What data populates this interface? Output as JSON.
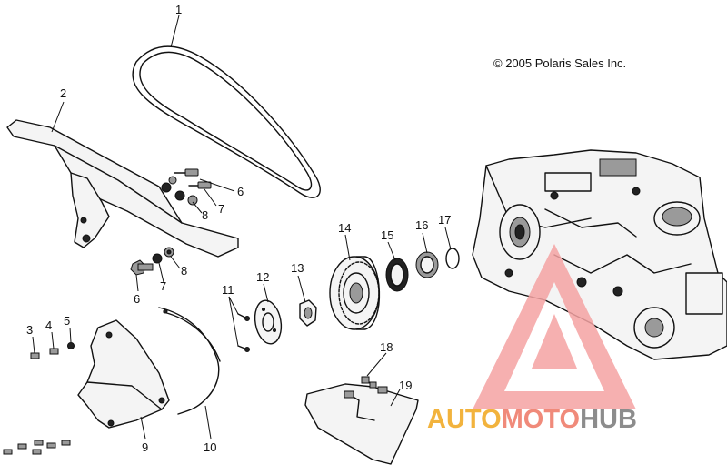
{
  "copyright": "© 2005 Polaris Sales Inc.",
  "callouts": [
    "1",
    "2",
    "3",
    "4",
    "5",
    "6",
    "7",
    "8",
    "8",
    "7",
    "6",
    "9",
    "10",
    "11",
    "12",
    "13",
    "14",
    "15",
    "16",
    "17",
    "18",
    "19"
  ],
  "watermark": {
    "words": [
      "AUTO",
      "MOTO",
      "HUB"
    ],
    "colors": {
      "auto": "#f2b33d",
      "moto": "#f08a7a",
      "hub": "#8c8c8c",
      "triangle": "#f5a3a3"
    }
  },
  "icons": [
    "drive-belt-icon",
    "belt-guard-icon",
    "bolt-icon",
    "washer-icon",
    "nut-icon",
    "sprocket-icon",
    "bearing-icon",
    "snap-ring-icon",
    "engine-block-icon",
    "cover-icon",
    "gasket-icon",
    "shield-icon"
  ]
}
